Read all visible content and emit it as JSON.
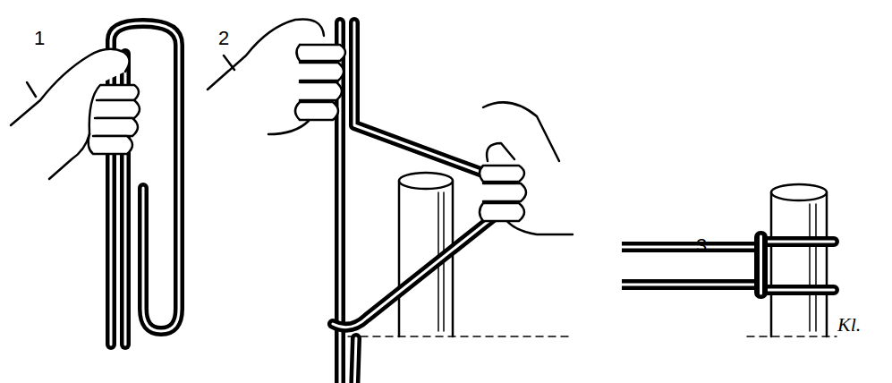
{
  "diagram": {
    "labels": [
      "1",
      "2",
      "3",
      "Kl."
    ]
  }
}
